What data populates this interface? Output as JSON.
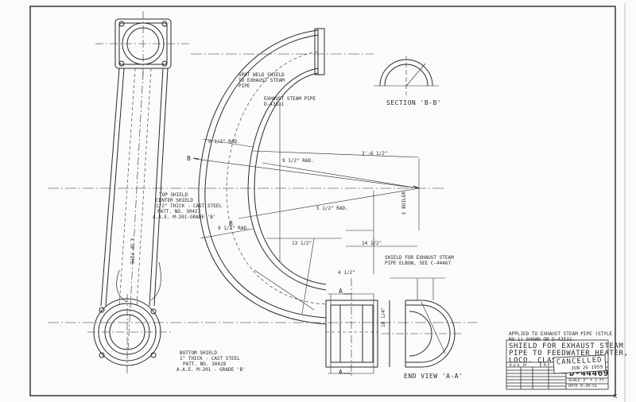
{
  "title_block": {
    "title_lines": [
      "SHIELD FOR EXHAUST STEAM",
      "PIPE TO FEEDWATER HEATER,",
      "LOCO. CLASS Y6a."
    ],
    "drawing_number": "D-44469",
    "scale": "SCALE 3\" = 1 FT.",
    "date": "DATE 8-20-51",
    "office": "ROANOKE, VA.",
    "dept": "M.P. DEPT",
    "drawn_by": "N.& W. RY",
    "stamp_main": "CANCELLED",
    "stamp_date": "JUN 26 1959",
    "corner_note": "K"
  },
  "applied_note": [
    "APPLIED TO EXHAUST STEAM PIPE (STYLE",
    "NO.1) SHOWN ON D-43531."
  ],
  "views": {
    "section_bb": "SECTION 'B-B'",
    "end_view": "END VIEW 'A-A'"
  },
  "notes": {
    "spot_weld": [
      "SPOT WELD SHIELD",
      "TO EXHAUST STEAM",
      "PIPE"
    ],
    "exhaust_pipe": [
      "EXHAUST STEAM PIPE",
      "D-43531"
    ],
    "top_shield": [
      "TOP SHIELD",
      "CENTER SHIELD",
      "1/2\" THICK - CAST STEEL",
      "PATT. NO. 30427",
      "A.A.E. M-201-GRADE 'B'"
    ],
    "bottom_shield": [
      "BOTTOM SHIELD",
      "1\" THICK - CAST STEEL",
      "PATT. NO. 30428",
      "A.A.E. M-201 - GRADE 'B'"
    ],
    "shield_elbow": [
      "SHIELD FOR EXHAUST STEAM",
      "PIPE ELBOW, SEE C-44467"
    ],
    "boiler": "€ BOILER",
    "ce_pipe": "€ OF PIPE"
  },
  "dimensions": {
    "r1": "9 1/2\" RAD.",
    "r2": "5 1/2\" RAD.",
    "d1": "3'-6 1/2\"",
    "d2": "13 1/2\"",
    "d3": "14 1/2\"",
    "d4": "4 1/2\"",
    "d5": "10 1/4\"",
    "rad1": "9 1/2\" RAD.",
    "rad2": "9 1/2\" RAD."
  },
  "labels": {
    "sec_b1": "B",
    "sec_b2": "B",
    "sec_a1": "A",
    "sec_a2": "A"
  },
  "colors": {
    "ink": "#2a2a2a",
    "paper": "#fbfbfb"
  }
}
